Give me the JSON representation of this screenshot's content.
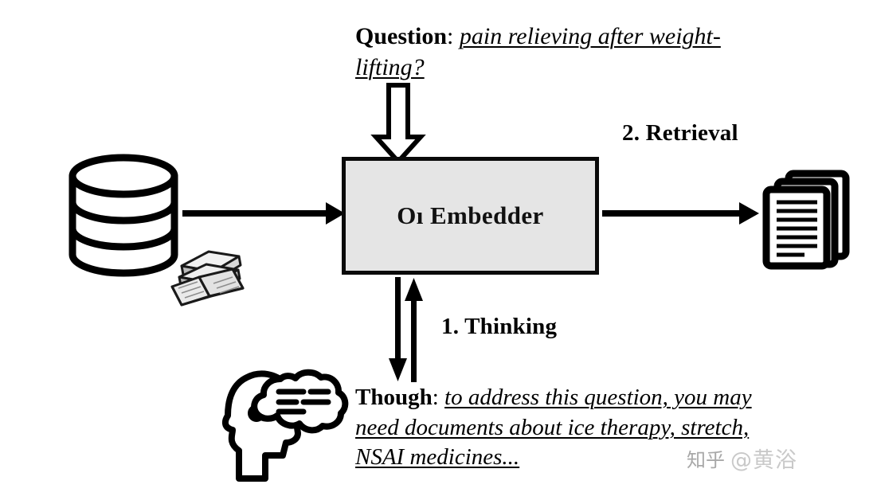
{
  "diagram": {
    "title": "O1 Embedder retrieval and thinking pipeline",
    "background_color": "#ffffff",
    "ink_color": "#000000",
    "box_fill_color": "#e5e5e5"
  },
  "question": {
    "label": "Question",
    "separator": ":",
    "body": "pain relieving after weight-lifting?"
  },
  "though": {
    "label": "Though",
    "separator": ":",
    "body": "to address this question, you may need documents about ice therapy, stretch, NSAI medicines..."
  },
  "embedder": {
    "label": "Oı Embedder"
  },
  "steps": {
    "thinking": "1. Thinking",
    "retrieval": "2. Retrieval"
  },
  "icons": {
    "database": "database-cylinder-icon",
    "books": "stacked-books-icon",
    "documents": "stacked-documents-icon",
    "thinking_head": "thinking-head-icon",
    "arrow_question": "hollow-down-arrow",
    "arrow_corpus": "right-arrow-into-embedder",
    "arrow_retrieval": "right-arrow-to-documents",
    "arrow_think_down": "down-arrow-to-thought",
    "arrow_think_up": "up-arrow-to-embedder"
  },
  "watermark": {
    "site": "知乎",
    "user": "@黄浴"
  }
}
